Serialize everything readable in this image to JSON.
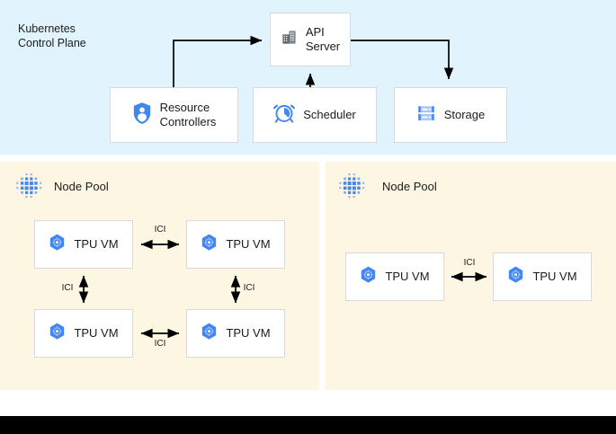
{
  "diagram": {
    "control_plane": {
      "title": "Kubernetes\nControl Plane",
      "background_color": "#e1f4fd",
      "components": [
        {
          "id": "api-server",
          "label": "API\nServer",
          "icon": "building-icon"
        },
        {
          "id": "resource-controllers",
          "label": "Resource\nControllers",
          "icon": "shield-person-icon"
        },
        {
          "id": "scheduler",
          "label": "Scheduler",
          "icon": "alarm-clock-icon"
        },
        {
          "id": "storage",
          "label": "Storage",
          "icon": "server-rack-icon"
        }
      ],
      "connections": [
        {
          "from": "resource-controllers",
          "to": "api-server",
          "direction": "one-way"
        },
        {
          "from": "scheduler",
          "to": "api-server",
          "direction": "one-way"
        },
        {
          "from": "api-server",
          "to": "storage",
          "direction": "one-way"
        }
      ]
    },
    "node_pools": [
      {
        "id": "node-pool-left",
        "title": "Node Pool",
        "icon": "node-pool-dots-icon",
        "background_color": "#fdf6e3",
        "vms": [
          {
            "id": "tpu-vm-1",
            "label": "TPU VM",
            "icon": "tpu-hexagon-icon"
          },
          {
            "id": "tpu-vm-2",
            "label": "TPU VM",
            "icon": "tpu-hexagon-icon"
          },
          {
            "id": "tpu-vm-3",
            "label": "TPU VM",
            "icon": "tpu-hexagon-icon"
          },
          {
            "id": "tpu-vm-4",
            "label": "TPU VM",
            "icon": "tpu-hexagon-icon"
          }
        ],
        "links": [
          {
            "from": "tpu-vm-1",
            "to": "tpu-vm-2",
            "label": "ICI",
            "direction": "two-way",
            "orientation": "horizontal"
          },
          {
            "from": "tpu-vm-1",
            "to": "tpu-vm-3",
            "label": "ICI",
            "direction": "two-way",
            "orientation": "vertical"
          },
          {
            "from": "tpu-vm-2",
            "to": "tpu-vm-4",
            "label": "ICI",
            "direction": "two-way",
            "orientation": "vertical"
          },
          {
            "from": "tpu-vm-3",
            "to": "tpu-vm-4",
            "label": "ICI",
            "direction": "two-way",
            "orientation": "horizontal"
          }
        ]
      },
      {
        "id": "node-pool-right",
        "title": "Node Pool",
        "icon": "node-pool-dots-icon",
        "background_color": "#fdf6e3",
        "vms": [
          {
            "id": "tpu-vm-5",
            "label": "TPU VM",
            "icon": "tpu-hexagon-icon"
          },
          {
            "id": "tpu-vm-6",
            "label": "TPU VM",
            "icon": "tpu-hexagon-icon"
          }
        ],
        "links": [
          {
            "from": "tpu-vm-5",
            "to": "tpu-vm-6",
            "label": "ICI",
            "direction": "two-way",
            "orientation": "horizontal"
          }
        ]
      }
    ],
    "colors": {
      "control_plane_bg": "#e1f4fd",
      "node_pool_bg": "#fdf6e3",
      "box_bg": "#ffffff",
      "box_border": "#d6d9de",
      "icon_blue": "#4285f4",
      "icon_gray": "#5f6368",
      "connector": "#000000",
      "bottom_bar": "#000000"
    }
  }
}
